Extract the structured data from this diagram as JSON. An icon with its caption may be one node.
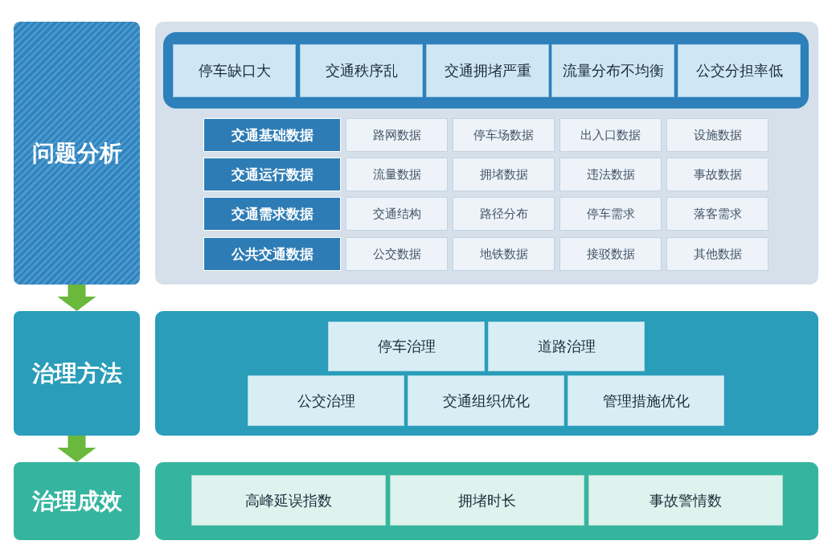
{
  "diagram": {
    "nodes": [
      {
        "text": [
          "问题分析"
        ]
      },
      {
        "text": [],
        "shape": "box"
      },
      {
        "text": [],
        "shape": "box",
        "in": 1
      },
      {
        "text": [
          "停车缺口大"
        ],
        "in": 2
      },
      {
        "text": [
          "交通秩序乱"
        ],
        "in": 2
      },
      {
        "text": [
          "交通拥堵严重"
        ],
        "in": 2
      },
      {
        "text": [
          "流量分布不均衡"
        ],
        "in": 2
      },
      {
        "text": [
          "公交分担率低"
        ],
        "in": 2
      },
      {
        "text": [
          "交通基础数据"
        ],
        "in": 1
      },
      {
        "text": [
          "路网数据"
        ],
        "in": 1
      },
      {
        "text": [
          "停车场数据"
        ],
        "in": 1
      },
      {
        "text": [
          "出入口数据"
        ],
        "in": 1
      },
      {
        "text": [
          "设施数据"
        ],
        "in": 1
      },
      {
        "text": [
          "交通运行数据"
        ],
        "in": 1
      },
      {
        "text": [
          "流量数据"
        ],
        "in": 1
      },
      {
        "text": [
          "拥堵数据"
        ],
        "in": 1
      },
      {
        "text": [
          "违法数据"
        ],
        "in": 1
      },
      {
        "text": [
          "事故数据"
        ],
        "in": 1
      },
      {
        "text": [
          "交通需求数据"
        ],
        "in": 1
      },
      {
        "text": [
          "交通结构"
        ],
        "in": 1
      },
      {
        "text": [
          "路径分布"
        ],
        "in": 1
      },
      {
        "text": [
          "停车需求"
        ],
        "in": 1
      },
      {
        "text": [
          "落客需求"
        ],
        "in": 1
      },
      {
        "text": [
          "公共交通数据"
        ],
        "in": 1
      },
      {
        "text": [
          "公交数据"
        ],
        "in": 1
      },
      {
        "text": [
          "地铁数据"
        ],
        "in": 1
      },
      {
        "text": [
          "接驳数据"
        ],
        "in": 1
      },
      {
        "text": [
          "其他数据"
        ],
        "in": 1
      },
      {
        "text": [
          "治理方法"
        ]
      },
      {
        "text": [],
        "shape": "box"
      },
      {
        "text": [
          "停车治理"
        ],
        "in": 29
      },
      {
        "text": [
          "道路治理"
        ],
        "in": 29
      },
      {
        "text": [
          "公交治理"
        ],
        "in": 29
      },
      {
        "text": [
          "交通组织优化"
        ],
        "in": 29
      },
      {
        "text": [
          "管理措施优化"
        ],
        "in": 29
      },
      {
        "text": [
          "治理成效"
        ]
      },
      {
        "text": [],
        "shape": "box"
      },
      {
        "text": [
          "高峰延误指数"
        ],
        "in": 36
      },
      {
        "text": [
          "拥堵时长"
        ],
        "in": 36
      },
      {
        "text": [
          "事故警情数"
        ],
        "in": 36
      }
    ],
    "edges": [
      {
        "from": 0,
        "to": 28,
        "arrow": "to"
      },
      {
        "from": 28,
        "to": 35,
        "arrow": "to"
      }
    ]
  }
}
